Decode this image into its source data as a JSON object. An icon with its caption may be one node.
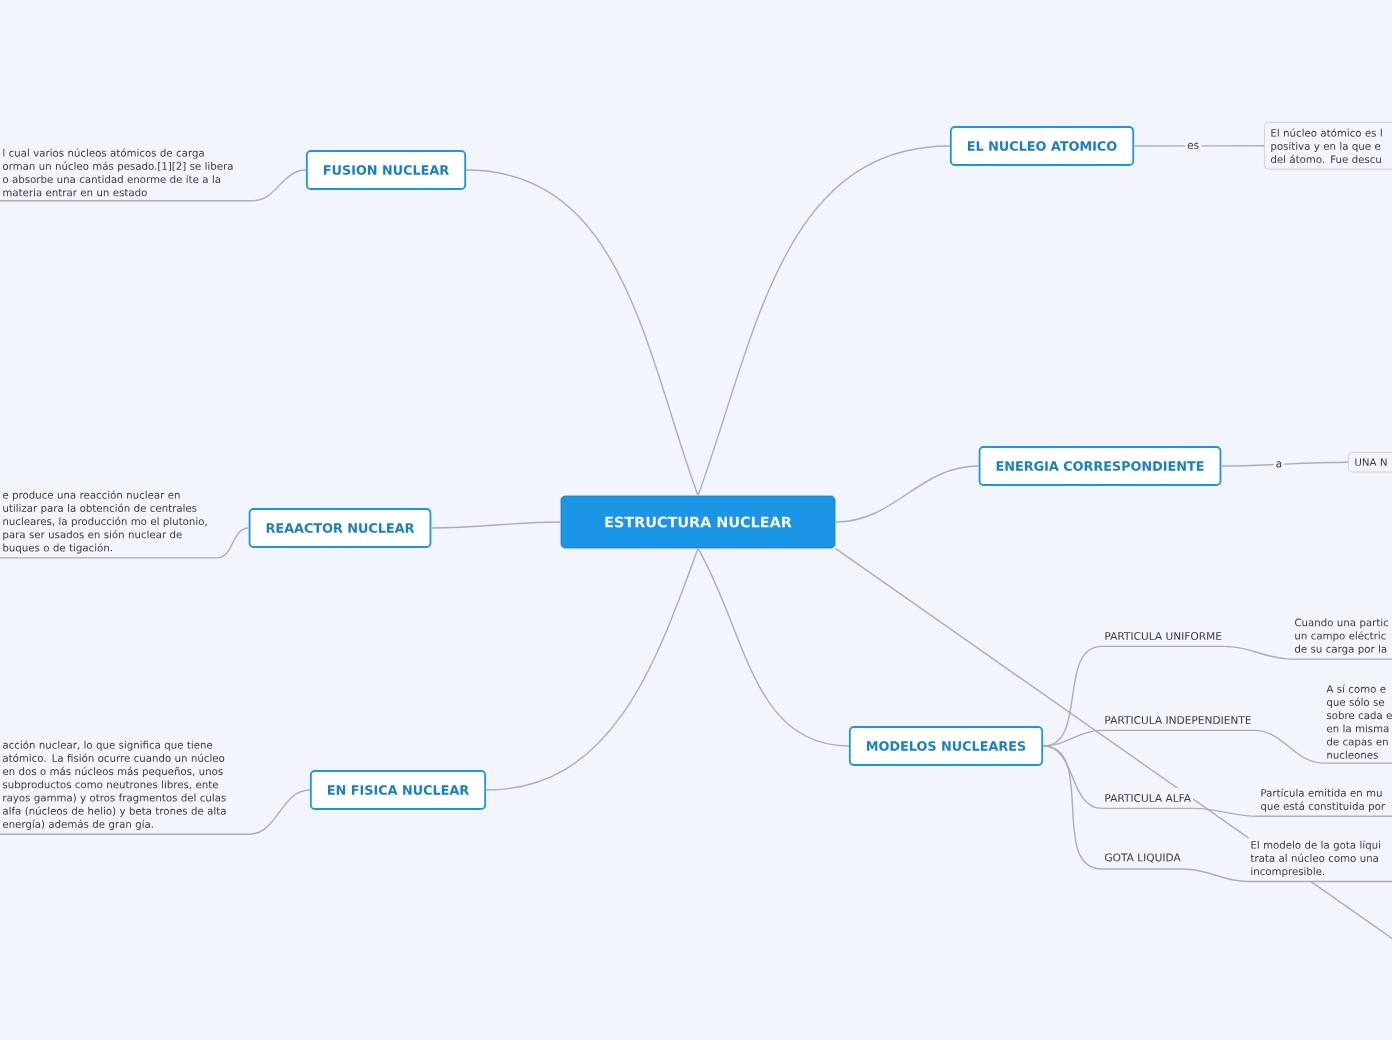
{
  "diagram": {
    "nodes": [
      {
        "text": [
          "ESTRUCTURA NUCLEAR"
        ]
      },
      {
        "text": [
          "FUSION NUCLEAR"
        ]
      },
      {
        "text": [
          "l cual varios núcleos atómicos de carga orman un núcleo más pesado.[1][2] se libera o absorbe una cantidad enorme de ite a la materia entrar en un estado"
        ]
      },
      {
        "text": [
          "REAACTOR NUCLEAR"
        ]
      },
      {
        "text": [
          "e produce una reacción nuclear en utilizar para la obtención de centrales nucleares, la producción mo el plutonio, para ser usados en sión nuclear de buques o de tigación."
        ]
      },
      {
        "text": [
          "EN FISICA NUCLEAR"
        ]
      },
      {
        "text": [
          "acción nuclear, lo que significa que tiene atómico. La fisión ocurre cuando un núcleo en dos o más núcleos más pequeños, unos subproductos como neutrones libres, ente rayos gamma) y otros fragmentos del culas alfa (núcleos de helio) y beta trones de alta energía) además de gran gía."
        ]
      },
      {
        "text": [
          "EL NUCLEO ATOMICO"
        ]
      },
      {
        "text": [
          "El núcleo atómico es l positiva y en la que e del átomo. Fue descu"
        ]
      },
      {
        "text": [
          "ENERGIA CORRESPONDIENTE"
        ]
      },
      {
        "text": [
          "UNA N"
        ]
      },
      {
        "text": [
          "MODELOS NUCLEARES"
        ]
      },
      {
        "text": [
          "PARTICULA UNIFORME"
        ]
      },
      {
        "text": [
          "Cuando una partic un campo eléctric de su carga por la"
        ]
      },
      {
        "text": [
          "PARTICULA INDEPENDIENTE"
        ]
      },
      {
        "text": [
          "A sí como e que sólo se sobre cada e en la misma de capas en nucleones"
        ]
      },
      {
        "text": [
          "PARTICULA ALFA"
        ]
      },
      {
        "text": [
          "Partícula emitida en mu que está constituida por"
        ]
      },
      {
        "text": [
          "GOTA LIQUIDA"
        ]
      },
      {
        "text": [
          "El modelo de la gota líqui trata al núcleo como una incompresible."
        ]
      }
    ],
    "edges": [
      {
        "from": 0,
        "to": 1,
        "arrow": "none"
      },
      {
        "from": 1,
        "to": 2,
        "arrow": "none"
      },
      {
        "from": 0,
        "to": 3,
        "arrow": "none"
      },
      {
        "from": 3,
        "to": 4,
        "arrow": "none"
      },
      {
        "from": 0,
        "to": 5,
        "arrow": "none"
      },
      {
        "from": 5,
        "to": 6,
        "arrow": "none"
      },
      {
        "from": 0,
        "to": 7,
        "arrow": "none"
      },
      {
        "from": 7,
        "to": 8,
        "label": "es",
        "arrow": "none"
      },
      {
        "from": 0,
        "to": 9,
        "arrow": "none"
      },
      {
        "from": 9,
        "to": 10,
        "label": "a",
        "arrow": "none"
      },
      {
        "from": 0,
        "to": 11,
        "arrow": "none"
      },
      {
        "from": 11,
        "to": 12,
        "arrow": "none"
      },
      {
        "from": 12,
        "to": 13,
        "arrow": "none"
      },
      {
        "from": 11,
        "to": 14,
        "arrow": "none"
      },
      {
        "from": 14,
        "to": 15,
        "arrow": "none"
      },
      {
        "from": 11,
        "to": 16,
        "arrow": "none"
      },
      {
        "from": 16,
        "to": 17,
        "arrow": "none"
      },
      {
        "from": 11,
        "to": 18,
        "arrow": "none"
      },
      {
        "from": 18,
        "to": 19,
        "arrow": "none"
      },
      {
        "from": 0,
        "to": null,
        "arrow": "none"
      }
    ]
  }
}
